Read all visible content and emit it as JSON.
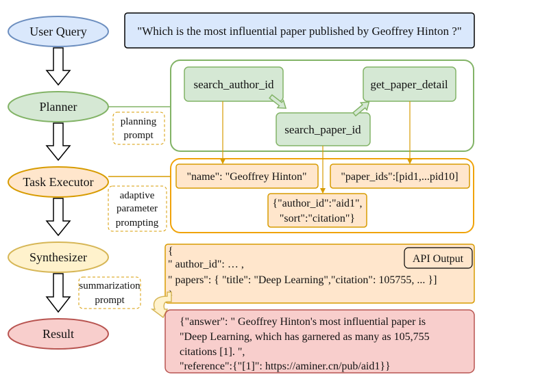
{
  "pipeline": {
    "user_query": "User Query",
    "planner": "Planner",
    "task_executor": "Task Executor",
    "synthesizer": "Synthesizer",
    "result": "Result"
  },
  "query_text": "\"Which is the most influential paper published by Geoffrey Hinton ?\"",
  "planner_tools": {
    "search_author_id": "search_author_id",
    "search_paper_id": "search_paper_id",
    "get_paper_detail": "get_paper_detail"
  },
  "prompts": {
    "planning": [
      "planning",
      "prompt"
    ],
    "adaptive": [
      "adaptive",
      "parameter",
      "prompting"
    ],
    "summarization": [
      "summarization",
      "prompt"
    ]
  },
  "params": {
    "name": "\"name\": \"Geoffrey Hinton\"",
    "paper_ids": "\"paper_ids\":[pid1,...pid10]",
    "author_sort": [
      "{\"author_id\":\"aid1\",",
      "\"sort\":\"citation\"}"
    ]
  },
  "api_output": {
    "label": "API Output",
    "lines": [
      "{",
      "\" author_id\": … ,",
      "\" papers\": { \"title\": \"Deep Learning\",\"citation\": 105755, ... }]",
      "}"
    ]
  },
  "result_text": [
    "{\"answer\": \" Geoffrey Hinton's most influential paper is",
    "\"Deep Learning, which has garnered as many as 105,755",
    "citations [1]. \",",
    "\"reference\":{\"[1]\": https://aminer.cn/pub/aid1}}"
  ],
  "colors": {
    "blue_fill": "#dae8fc",
    "blue_stroke": "#6c8ebf",
    "green_fill": "#d5e8d4",
    "green_stroke": "#82b366",
    "orange_fill": "#ffe6cc",
    "orange_stroke": "#d79b00",
    "yellow_fill": "#fff2cc",
    "yellow_stroke": "#d6b656",
    "red_fill": "#f8cecc",
    "red_stroke": "#b85450"
  }
}
